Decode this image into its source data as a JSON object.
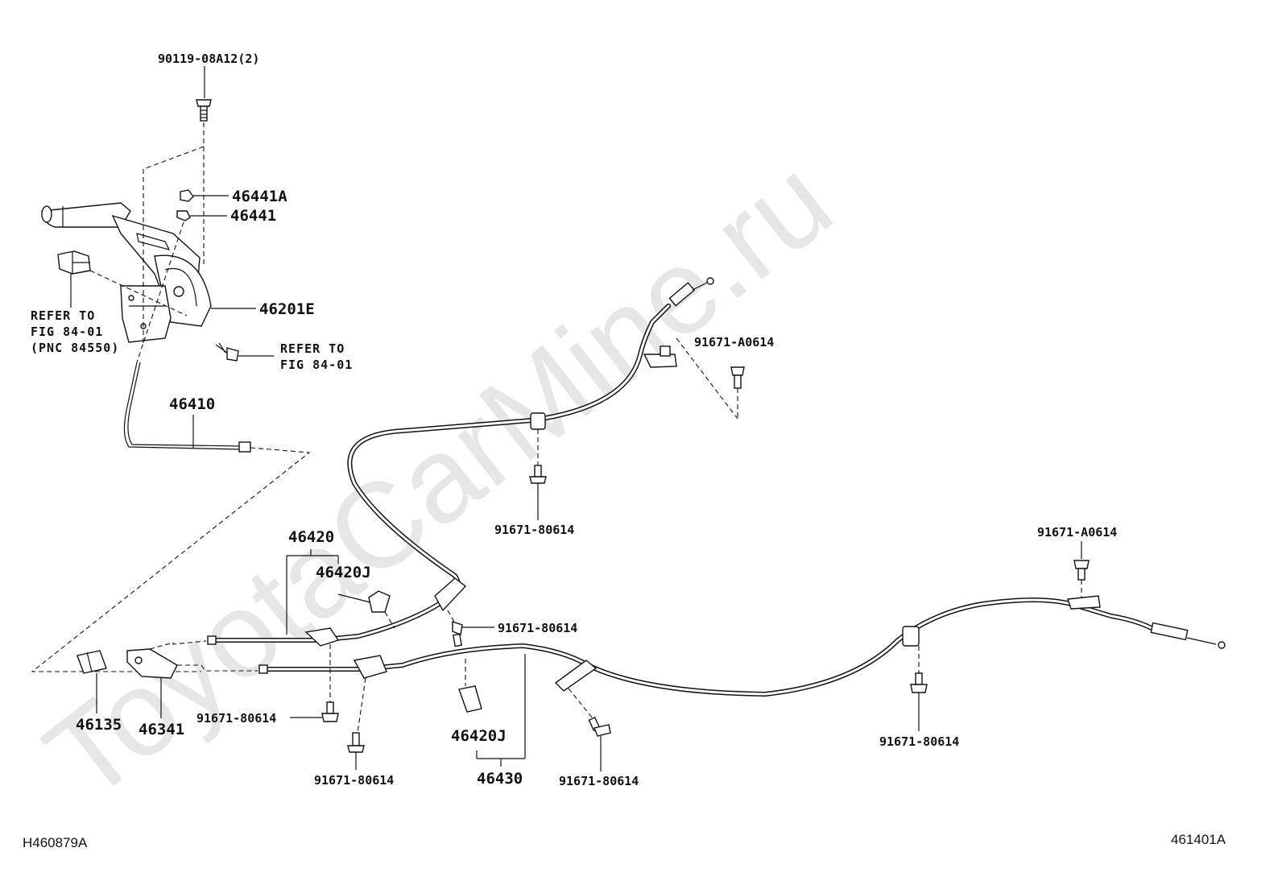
{
  "watermark": "ToyotaCarMine.ru",
  "codes": {
    "left": "H460879A",
    "right": "461401A"
  },
  "labels": {
    "bolt_top": "90119-08A12(2)",
    "clip_a": "46441A",
    "clip": "46441",
    "lever": "46201E",
    "refer_left": [
      "REFER TO",
      "FIG 84-01",
      "(PNC 84550)"
    ],
    "refer_right": [
      "REFER TO",
      "FIG 84-01"
    ],
    "front_cable": "46410",
    "left_cable": "46420",
    "left_cable_clamp": "46420J",
    "right_cable_clamp": "46420J",
    "right_cable": "46430",
    "equalizer": "46135",
    "equalizer_bracket": "46341",
    "bolt_upper_right": "91671-A0614",
    "bolt_far_right": "91671-A0614",
    "bolt_mid_upper": "91671-80614",
    "bolt_center": "91671-80614",
    "bolt_low_left": "91671-80614",
    "bolt_low_left2": "91671-80614",
    "bolt_low_mid": "91671-80614",
    "bolt_low_right": "91671-80614"
  }
}
